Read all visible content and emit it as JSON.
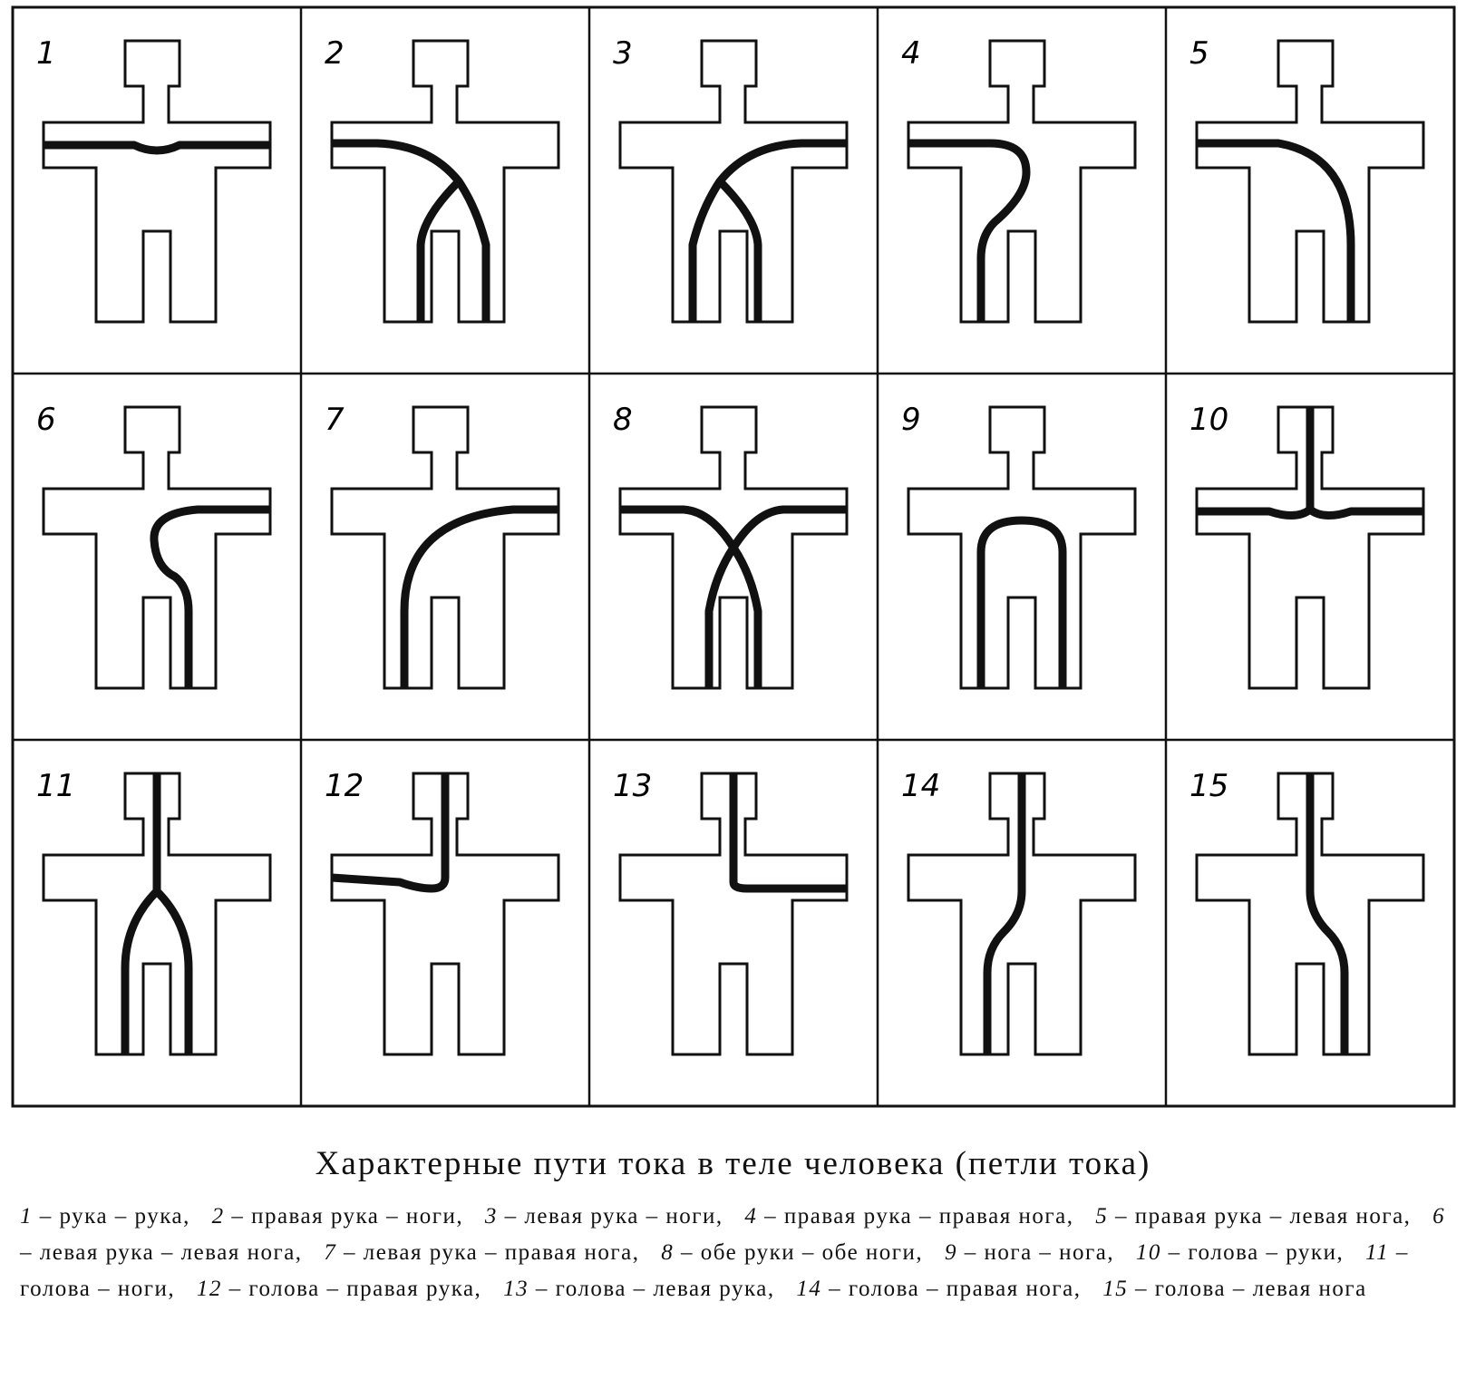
{
  "caption": "Характерные пути тока в теле человека (петли тока)",
  "panels": [
    {
      "number": "1",
      "path": "hand-hand"
    },
    {
      "number": "2",
      "path": "right-hand-legs"
    },
    {
      "number": "3",
      "path": "left-hand-legs"
    },
    {
      "number": "4",
      "path": "right-hand-right-leg"
    },
    {
      "number": "5",
      "path": "right-hand-left-leg"
    },
    {
      "number": "6",
      "path": "left-hand-left-leg"
    },
    {
      "number": "7",
      "path": "left-hand-right-leg"
    },
    {
      "number": "8",
      "path": "both-hands-both-legs"
    },
    {
      "number": "9",
      "path": "leg-leg"
    },
    {
      "number": "10",
      "path": "head-hands"
    },
    {
      "number": "11",
      "path": "head-legs"
    },
    {
      "number": "12",
      "path": "head-right-hand"
    },
    {
      "number": "13",
      "path": "head-left-hand"
    },
    {
      "number": "14",
      "path": "head-right-leg"
    },
    {
      "number": "15",
      "path": "head-left-leg"
    }
  ],
  "legend": [
    {
      "num": "1",
      "text": "– рука – рука,"
    },
    {
      "num": "2",
      "text": "– правая рука – ноги,"
    },
    {
      "num": "3",
      "text": "– левая рука – ноги,"
    },
    {
      "num": "4",
      "text": "– правая рука – правая нога,"
    },
    {
      "num": "5",
      "text": "– правая рука – левая нога,"
    },
    {
      "num": "6",
      "text": "– левая рука – левая нога,"
    },
    {
      "num": "7",
      "text": "– левая рука – правая нога,"
    },
    {
      "num": "8",
      "text": "– обе руки – обе ноги,"
    },
    {
      "num": "9",
      "text": "– нога – нога,"
    },
    {
      "num": "10",
      "text": "– голова – руки,"
    },
    {
      "num": "11",
      "text": "– голова – ноги,"
    },
    {
      "num": "12",
      "text": "– голова – правая рука,"
    },
    {
      "num": "13",
      "text": "– голова – левая рука,"
    },
    {
      "num": "14",
      "text": "– голова – правая нога,"
    },
    {
      "num": "15",
      "text": "– голова – левая нога"
    }
  ]
}
